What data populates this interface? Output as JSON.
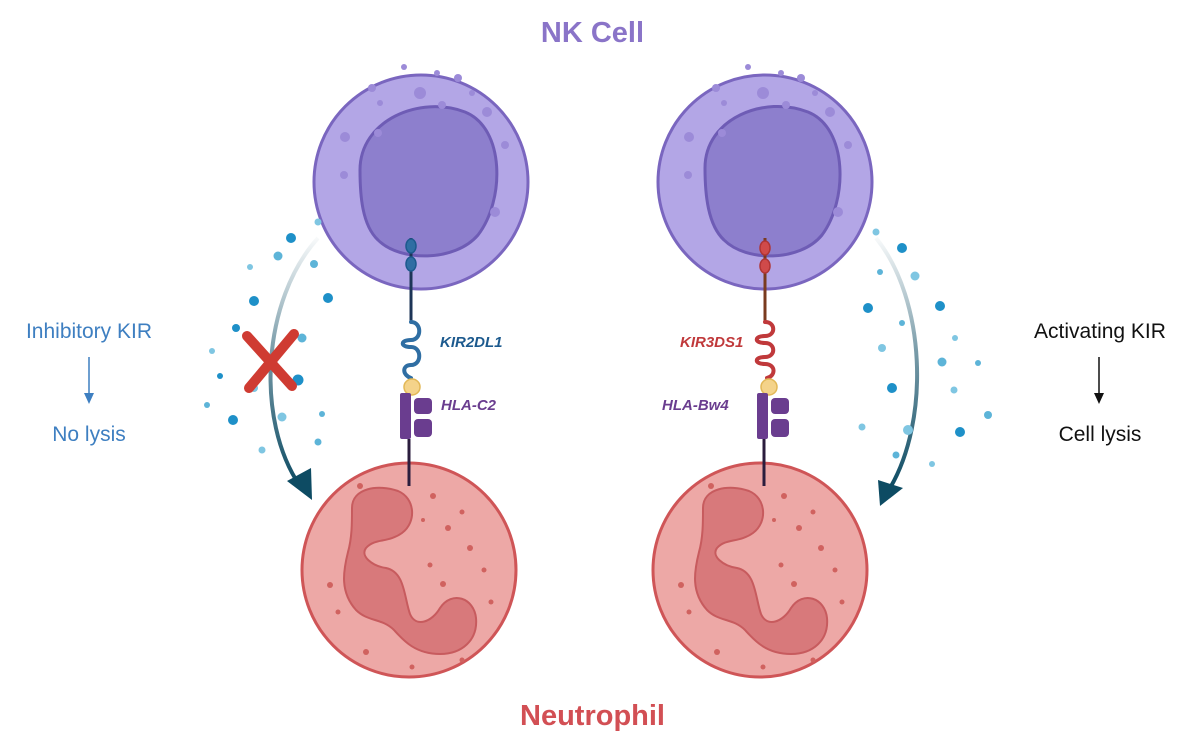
{
  "titles": {
    "nk_cell": "NK Cell",
    "neutrophil": "Neutrophil"
  },
  "left_panel": {
    "receptor": "KIR2DL1",
    "ligand": "HLA-C2",
    "pathway_label": "Inhibitory KIR",
    "outcome": "No lysis"
  },
  "right_panel": {
    "receptor": "KIR3DS1",
    "ligand": "HLA-Bw4",
    "pathway_label": "Activating KIR",
    "outcome": "Cell lysis"
  },
  "colors": {
    "nk_title": "#8a74c8",
    "neutrophil_title": "#d24f54",
    "inhibitory": "#3e7fc1",
    "activating": "#111111",
    "kir2dl1": "#1d5a8e",
    "kir3ds1": "#c0393b",
    "hla": "#6a3d8f",
    "nk_membrane": "#b3a6e6",
    "nk_nucleus": "#8d7fcd",
    "neutrophil_membrane": "#e8a7a6",
    "neutrophil_nucleus": "#d8797b",
    "arrow": "#0d4b63",
    "block_x": "#cf3b32"
  }
}
